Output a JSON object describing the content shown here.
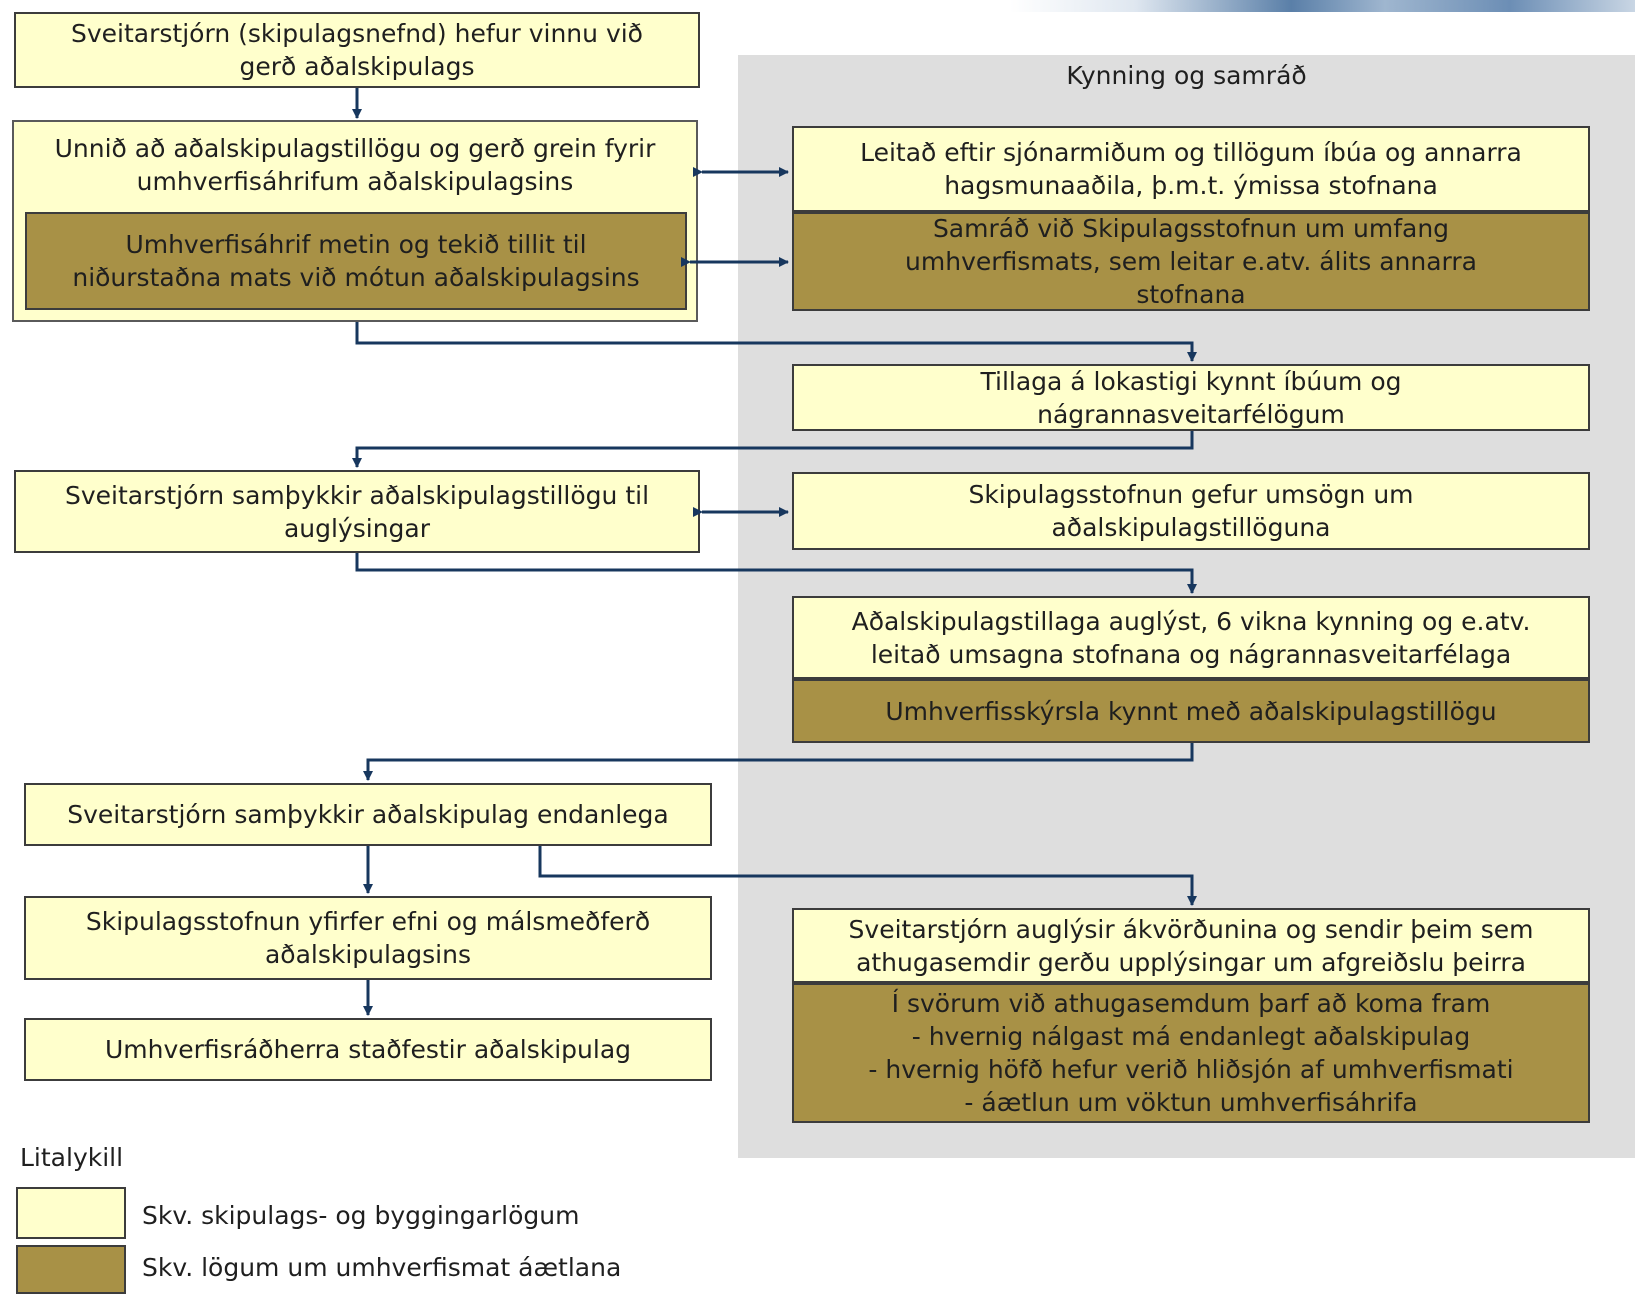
{
  "panel": {
    "title": "Kynning og samráð"
  },
  "boxes": {
    "b1": "Sveitarstjórn (skipulagsnefnd) hefur vinnu við\ngerð aðalskipulags",
    "b2": "Unnið að aðalskipulagstillögu og gerð grein fyrir\numhverfisáhrifum aðalskipulagsins",
    "b2dark": "Umhverfisáhrif metin og tekið tillit til\nniðurstaðna mats við mótun aðalskipulagsins",
    "r1": "Leitað eftir sjónarmiðum og tillögum íbúa og annarra\nhagsmunaaðila, þ.m.t. ýmissa stofnana",
    "r1dark": "Samráð við Skipulagsstofnun um umfang\numhverfismats, sem leitar e.atv. álits annarra\nstofnana",
    "r2": "Tillaga á lokastigi kynnt íbúum og\nnágrannasveitarfélögum",
    "b3": "Sveitarstjórn samþykkir aðalskipulagstillögu til\nauglýsingar",
    "r3": "Skipulagsstofnun gefur umsögn um\naðalskipulagstillöguna",
    "r4": "Aðalskipulagstillaga auglýst, 6 vikna kynning og e.atv.\nleitað umsagna stofnana og nágrannasveitarfélaga",
    "r4dark": "Umhverfisskýrsla kynnt með aðalskipulagstillögu",
    "b4": "Sveitarstjórn samþykkir aðalskipulag endanlega",
    "b5": "Skipulagsstofnun yfirfer efni og málsmeðferð\naðalskipulagsins",
    "b6": "Umhverfisráðherra staðfestir aðalskipulag",
    "r5": "Sveitarstjórn auglýsir ákvörðunina og sendir þeim sem\nathugasemdir gerðu upplýsingar um afgreiðslu þeirra",
    "r5dark": "Í svörum við athugasemdum þarf að koma fram\n- hvernig nálgast má endanlegt aðalskipulag\n- hvernig höfð hefur verið hliðsjón af umhverfismati\n- áætlun um vöktun umhverfisáhrifa"
  },
  "legend": {
    "title": "Litalykill",
    "items": [
      {
        "label": "Skv. skipulags- og byggingarlögum",
        "color": "#ffffcc"
      },
      {
        "label": "Skv. lögum um umhverfismat áætlana",
        "color": "#a89146"
      }
    ]
  },
  "colors": {
    "light": "#ffffcc",
    "dark": "#a89146",
    "panel": "#dedede",
    "connector": "#17375e"
  }
}
